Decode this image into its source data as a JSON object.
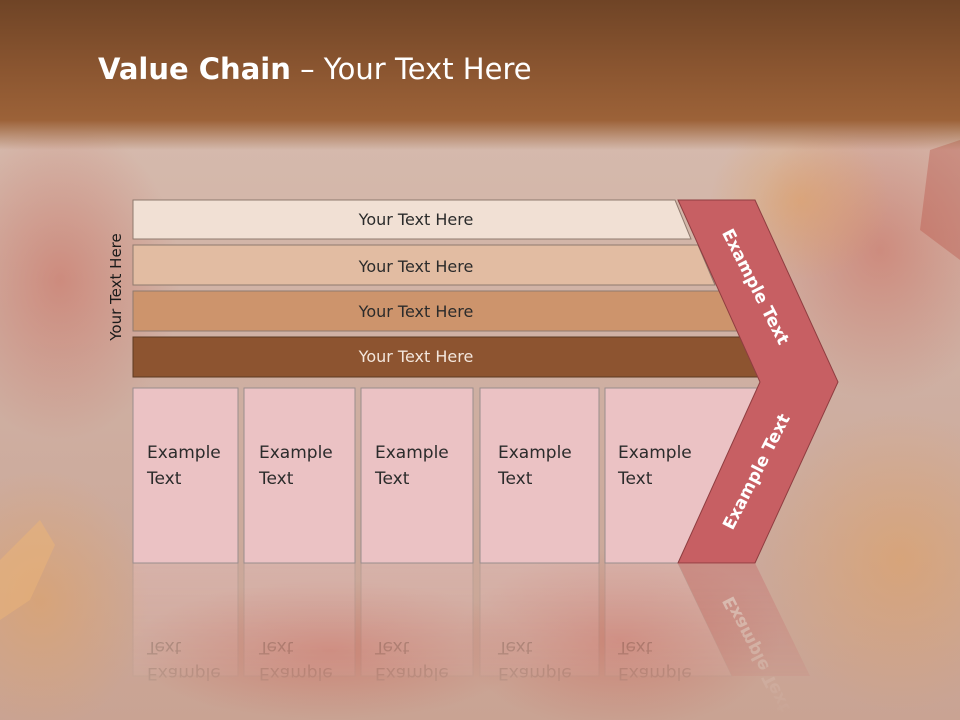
{
  "slide": {
    "title_bold": "Value Chain",
    "title_rest": " – Your Text Here"
  },
  "side_label": "Your Text Here",
  "rows": [
    {
      "label": "Your Text Here",
      "color": "#f1e0d4"
    },
    {
      "label": "Your Text Here",
      "color": "#e2bca2"
    },
    {
      "label": "Your Text Here",
      "color": "#cd946c"
    },
    {
      "label": "Your Text Here",
      "color": "#8d5430"
    }
  ],
  "boxes": [
    {
      "line1": "Example",
      "line2": "Text"
    },
    {
      "line1": "Example",
      "line2": "Text"
    },
    {
      "line1": "Example",
      "line2": "Text"
    },
    {
      "line1": "Example",
      "line2": "Text"
    },
    {
      "line1": "Example",
      "line2": "Text"
    }
  ],
  "chevron": {
    "top_label": "Example Text",
    "bottom_label": "Example Text",
    "color": "#c75f63"
  },
  "colors": {
    "box_fill": "#ebc2c4",
    "title_band": "#8a5530"
  }
}
